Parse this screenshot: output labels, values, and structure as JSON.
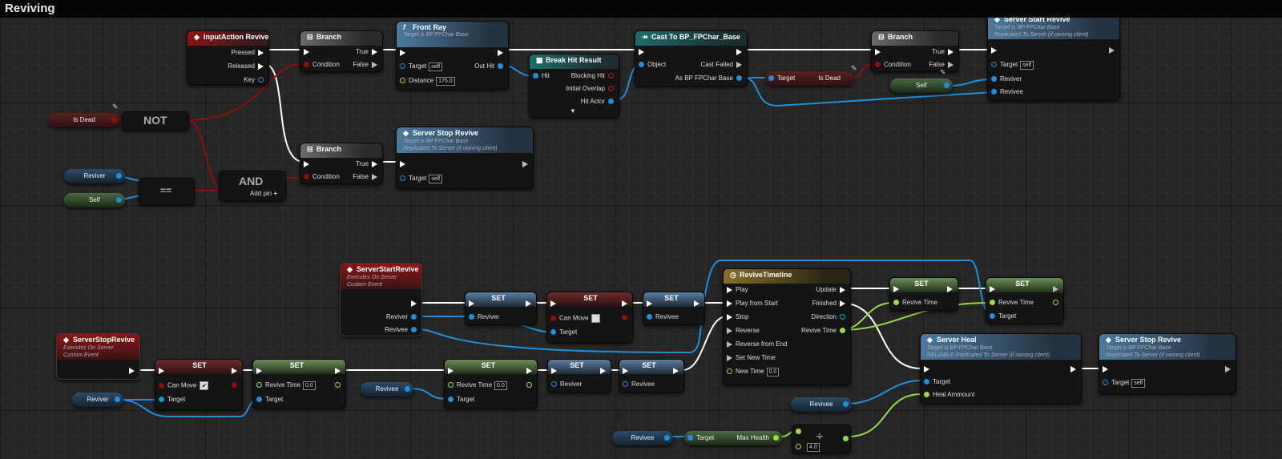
{
  "graph": {
    "title": "Reviving"
  },
  "colors": {
    "exec": "#ffffff",
    "object": "#1e8fd8",
    "bool": "#8f0e0e",
    "float": "#9ad94a"
  },
  "nodes": {
    "inputaction": {
      "title": "InputAction Revive",
      "pressed": "Pressed",
      "released": "Released",
      "key": "Key"
    },
    "branch1": {
      "title": "Branch",
      "condition": "Condition",
      "true": "True",
      "false": "False"
    },
    "frontray": {
      "title": "Front Ray",
      "subtitle": "Target is BP FPChar Base",
      "target": "Target",
      "target_val": "self",
      "outhit": "Out Hit",
      "distance": "Distance",
      "distance_val": "175.0"
    },
    "breakhit": {
      "title": "Break Hit Result",
      "hit": "Hit",
      "blocking": "Blocking Hit",
      "overlap": "Initial Overlap",
      "hitactor": "Hit Actor"
    },
    "cast": {
      "title": "Cast To BP_FPChar_Base",
      "object": "Object",
      "castfailed": "Cast Failed",
      "as": "As BP FPChar Base"
    },
    "isdeadget": {
      "target": "Target",
      "isdead": "Is Dead"
    },
    "branch2": {
      "title": "Branch",
      "condition": "Condition",
      "true": "True",
      "false": "False"
    },
    "serverstartrevive": {
      "title": "Server Start Revive",
      "subtitle1": "Target is BP FPChar Base",
      "subtitle2": "Replicated To Server (if owning client)",
      "target": "Target",
      "target_val": "self",
      "reviver": "Reviver",
      "revivee": "Revivee"
    },
    "selfvar1": {
      "label": "Self"
    },
    "isdeadvar": {
      "label": "Is Dead"
    },
    "not": {
      "label": "NOT"
    },
    "branch3": {
      "title": "Branch",
      "condition": "Condition",
      "true": "True",
      "false": "False"
    },
    "serverstoprevive_call": {
      "title": "Server Stop Revive",
      "subtitle1": "Target is BP FPChar Base",
      "subtitle2": "Replicated To Server (if owning client)",
      "target": "Target",
      "target_val": "self"
    },
    "revivervar1": {
      "label": "Reviver"
    },
    "selfvar2": {
      "label": "Self"
    },
    "eq": {
      "label": "=="
    },
    "and": {
      "label": "AND",
      "addpin": "Add pin"
    },
    "evt_start": {
      "title": "ServerStartRevive",
      "subtitle1": "Executes On Server",
      "subtitle2": "Custom Event",
      "reviver": "Reviver",
      "revivee": "Revivee"
    },
    "set_reviver": {
      "title": "SET",
      "reviver": "Reviver"
    },
    "set_canmove1": {
      "title": "SET",
      "canmove": "Can Move",
      "target": "Target"
    },
    "set_revivee1": {
      "title": "SET",
      "revivee": "Revivee"
    },
    "timeline": {
      "title": "ReviveTimeline",
      "play": "Play",
      "playstart": "Play from Start",
      "stop": "Stop",
      "reverse": "Reverse",
      "reverseend": "Reverse from End",
      "setnewtime": "Set New Time",
      "newtime": "New Time",
      "newtime_val": "0.0",
      "update": "Update",
      "finished": "Finished",
      "direction": "Direction",
      "revivetime": "Revive Time"
    },
    "set_rt1": {
      "title": "SET",
      "revivetime": "Revive Time"
    },
    "set_rt2": {
      "title": "SET",
      "revivetime": "Revive Time",
      "target": "Target"
    },
    "serverheal": {
      "title": "Server Heal",
      "subtitle1": "Target is BP FPChar Base",
      "subtitle2": "RELIABLE Replicated To Server (if owning client)",
      "target": "Target",
      "heal": "Heal Ammount"
    },
    "serverstoprevive_call2": {
      "title": "Server Stop Revive",
      "subtitle1": "Target is BP FPChar Base",
      "subtitle2": "Replicated To Server (if owning client)",
      "target": "Target",
      "target_val": "self"
    },
    "evt_stop": {
      "title": "ServerStopRevive",
      "subtitle1": "Executes On Server",
      "subtitle2": "Custom Event"
    },
    "set_canmove2": {
      "title": "SET",
      "canmove": "Can Move",
      "target": "Target"
    },
    "set_rt3": {
      "title": "SET",
      "revivetime": "Revive Time",
      "revivetime_val": "0.0",
      "target": "Target"
    },
    "revivervar2": {
      "label": "Reviver"
    },
    "set_rt4": {
      "title": "SET",
      "revivetime": "Revive Time",
      "revivetime_val": "0.0",
      "target": "Target"
    },
    "reviveevar1": {
      "label": "Revivee"
    },
    "set_reviver2": {
      "title": "SET",
      "reviver": "Reviver"
    },
    "set_revivee2": {
      "title": "SET",
      "revivee": "Revivee"
    },
    "reviveevar2": {
      "label": "Revivee"
    },
    "reviveevar3": {
      "label": "Revivee"
    },
    "maxhealth": {
      "target": "Target",
      "maxhealth": "Max Health"
    },
    "div": {
      "label": "÷",
      "val": "4.0"
    }
  }
}
